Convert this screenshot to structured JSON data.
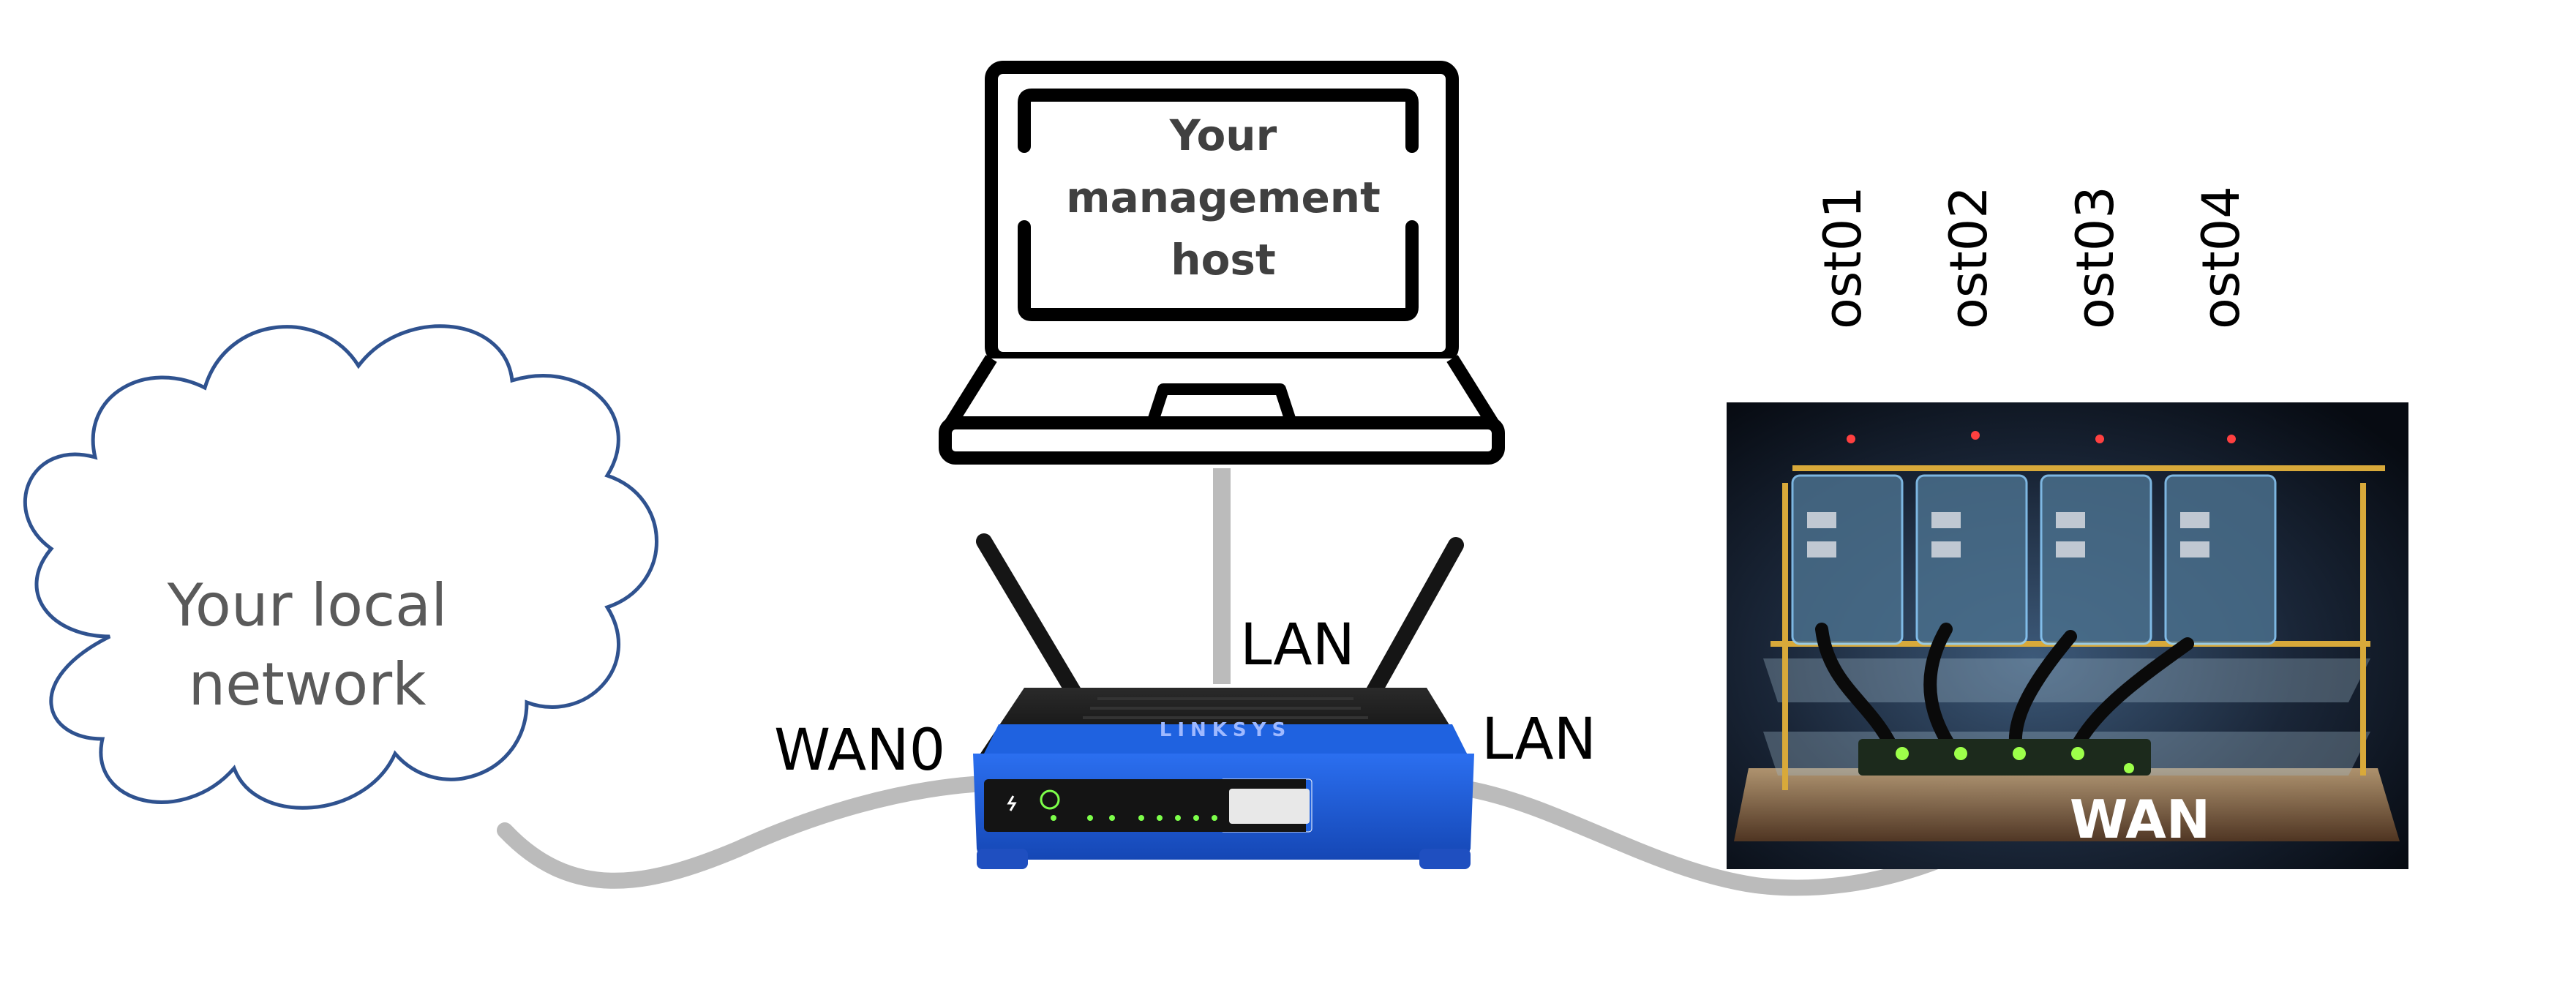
{
  "colors": {
    "cable": "#bbbbbb",
    "cloud_stroke": "#2f528f",
    "cloud_text": "#5a5a5a",
    "laptop_stroke": "#000000",
    "laptop_text": "#404040",
    "router_blue": "#1e5fd6",
    "router_dark": "#1a1a1a",
    "cluster_bg": "#0f1a2a",
    "label_text": "#000000",
    "wan_label": "#ffffff"
  },
  "cloud": {
    "line1": "Your local",
    "line2": "network",
    "icon": "cloud-icon"
  },
  "laptop": {
    "line1": "Your",
    "line2": "management",
    "line3": "host",
    "icon": "laptop-icon"
  },
  "router": {
    "brand": "LINKSYS",
    "icon": "wireless-router-icon"
  },
  "cluster": {
    "nodes": [
      "ost01",
      "ost02",
      "ost03",
      "ost04"
    ],
    "wan_label": "WAN",
    "icon": "raspberry-pi-cluster-image"
  },
  "links": {
    "wan0_label": "WAN0",
    "lan_top_label": "LAN",
    "lan_right_label": "LAN"
  }
}
